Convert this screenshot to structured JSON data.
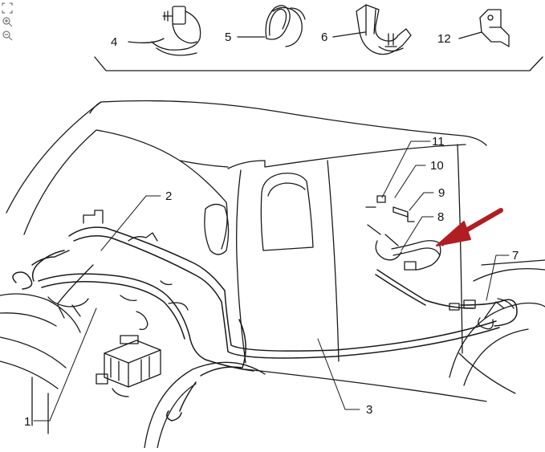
{
  "toolbar": {
    "tools": [
      {
        "icon": "fit-to-screen-icon"
      },
      {
        "icon": "zoom-in-icon"
      },
      {
        "icon": "zoom-out-icon"
      }
    ]
  },
  "diagram": {
    "accent_color": "#b01e24",
    "line_color": "#1a1a1a",
    "parts_row": [
      {
        "number": "4"
      },
      {
        "number": "5"
      },
      {
        "number": "6"
      },
      {
        "number": "12"
      }
    ],
    "callouts": [
      {
        "number": "1"
      },
      {
        "number": "2"
      },
      {
        "number": "3"
      },
      {
        "number": "7"
      },
      {
        "number": "8"
      },
      {
        "number": "9"
      },
      {
        "number": "10"
      },
      {
        "number": "11"
      }
    ],
    "highlight": {
      "target": "8",
      "icon": "red-arrow-icon"
    }
  }
}
